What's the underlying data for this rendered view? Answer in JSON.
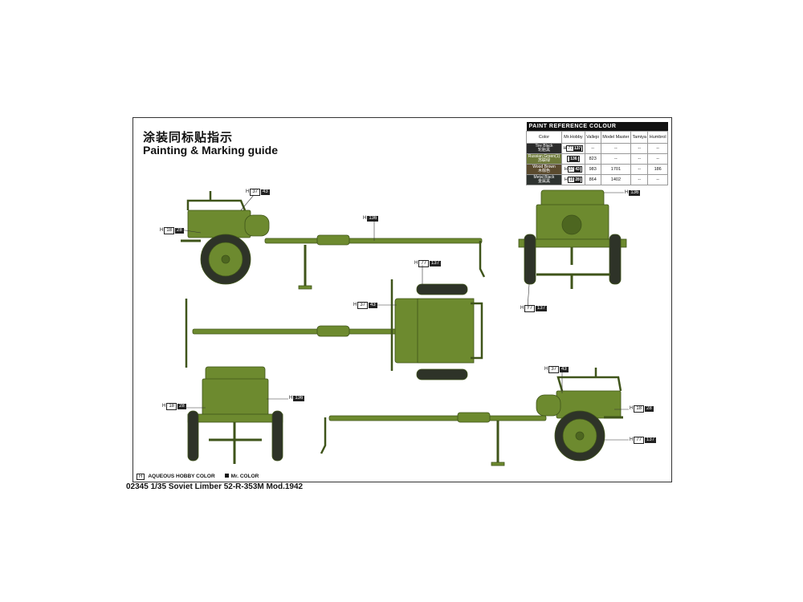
{
  "header": {
    "title_cn": "涂装同标贴指示",
    "title_en": "Painting & Marking guide"
  },
  "paint_table": {
    "title": "PAINT  REFERENCE  COLOUR",
    "columns": [
      "Color",
      "Mr.Hobby",
      "Vallejo",
      "Model Master",
      "Tamiya",
      "Humbrol"
    ],
    "rows": [
      {
        "name": "Tire Black",
        "name_cn": "轮胎黑",
        "swatch": "#2b2b2b",
        "hobby": "H",
        "hobby_code": "77",
        "mr_color": "137",
        "vallejo": "--",
        "model_master": "--",
        "tamiya": "--",
        "humbrol": "--"
      },
      {
        "name": "Russian Green(1)",
        "name_cn": "苏联绿",
        "swatch": "#6e7a3a",
        "hobby": "",
        "hobby_code": "",
        "mr_color": "136",
        "vallejo": "823",
        "model_master": "--",
        "tamiya": "--",
        "humbrol": "--"
      },
      {
        "name": "Wood Brown",
        "name_cn": "木棕色",
        "swatch": "#5a4a2e",
        "hobby": "H",
        "hobby_code": "37",
        "mr_color": "43",
        "vallejo": "983",
        "model_master": "1701",
        "tamiya": "--",
        "humbrol": "186"
      },
      {
        "name": "Metal Black",
        "name_cn": "金属黑",
        "swatch": "#2e3330",
        "hobby": "H",
        "hobby_code": "18",
        "mr_color": "28",
        "vallejo": "864",
        "model_master": "1402",
        "tamiya": "--",
        "humbrol": "--"
      }
    ]
  },
  "callouts": [
    {
      "h": "H",
      "code": "37",
      "dark": "43"
    },
    {
      "h": "H",
      "code": "18",
      "dark": "28"
    },
    {
      "h": "H",
      "code": "",
      "dark": "136"
    },
    {
      "h": "H",
      "code": "77",
      "dark": "137"
    },
    {
      "h": "H",
      "code": "37",
      "dark": "43"
    },
    {
      "h": "H",
      "code": "",
      "dark": "136"
    },
    {
      "h": "H",
      "code": "77",
      "dark": "137"
    },
    {
      "h": "H",
      "code": "18",
      "dark": "28"
    },
    {
      "h": "H",
      "code": "",
      "dark": "136"
    },
    {
      "h": "H",
      "code": "37",
      "dark": "43"
    },
    {
      "h": "H",
      "code": "18",
      "dark": "28"
    },
    {
      "h": "H",
      "code": "77",
      "dark": "137"
    }
  ],
  "legend": {
    "aqueous_box": "H",
    "aqueous": "AQUEOUS HOBBY COLOR",
    "mr_color": "Mr. COLOR"
  },
  "footer": {
    "text": "02345 1/35  Soviet Limber 52-R-353M Mod.1942"
  },
  "colors": {
    "olive": "#6d8a2f",
    "olive_dark": "#4d6620",
    "tire": "#2e3328",
    "frame": "#333333"
  }
}
